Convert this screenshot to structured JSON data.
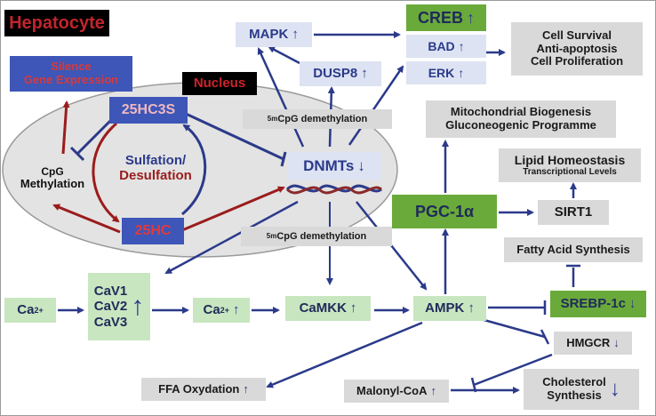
{
  "title": "Hepatocyte",
  "nucleus_label": "Nucleus",
  "silence": {
    "line1": "Silence",
    "line2": "Gene Expression"
  },
  "cpg_methylation": {
    "line1": "CpG",
    "line2": "Methylation"
  },
  "hc3s": "25HC3S",
  "hc": "25HC",
  "sulfation": {
    "line1": "Sulfation/",
    "line2": "Desulfation"
  },
  "dnmts": "DNMTs",
  "demethylation_top": {
    "prefix": "5m",
    "rest": "CpG demethylation"
  },
  "demethylation_bottom": {
    "prefix": "5m",
    "rest": "CpG demethylation"
  },
  "mapk": "MAPK",
  "dusp8": "DUSP8",
  "creb": "CREB",
  "bad": "BAD",
  "erk": "ERK",
  "cell_survival": {
    "line1": "Cell Survival",
    "line2": "Anti-apoptosis",
    "line3": "Cell Proliferation"
  },
  "mito": {
    "line1": "Mitochondrial Biogenesis",
    "line2": "Gluconeogenic Programme"
  },
  "lipid": {
    "line1": "Lipid Homeostasis",
    "line2": "Transcriptional Levels"
  },
  "pgc": "PGC-1α",
  "sirt1": "SIRT1",
  "fatty_acid": "Fatty Acid Synthesis",
  "srebp": "SREBP-1c",
  "hmgcr": "HMGCR",
  "ampk": "AMPK",
  "camkk": "CaMKK",
  "ca_left": {
    "base": "Ca",
    "sup": "2+"
  },
  "ca_mid": {
    "base": "Ca",
    "sup": "2+"
  },
  "cav": {
    "line1": "CaV1",
    "line2": "CaV2",
    "line3": "CaV3"
  },
  "ffa": "FFA Oxydation",
  "malonyl": "Malonyl-CoA",
  "cholesterol": {
    "line1": "Cholesterol",
    "line2": "Synthesis"
  },
  "colors": {
    "navy": "#2b3a8a",
    "red": "#9b1c1c",
    "green": "#6aaa3a",
    "light_green": "#c8e6c0",
    "gray": "#d9d9d9",
    "light_blue": "#dde3f2"
  }
}
